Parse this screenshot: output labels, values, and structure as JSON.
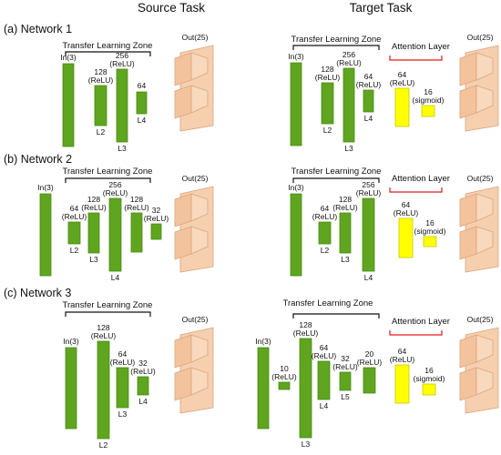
{
  "headers": {
    "source": "Source Task",
    "target": "Target Task"
  },
  "colors": {
    "green": "#5fa51f",
    "green_edge": "#4a8a14",
    "yellow": "#ffff00",
    "yellow_edge": "#c8c800",
    "peach": "#f6cfae",
    "peach_edge": "#d9a57e",
    "bracket": "#111111",
    "attention_bracket": "#e31a1c"
  },
  "common": {
    "out_label": "Out(25)",
    "zone_label": "Transfer Learning Zone",
    "attention_label": "Attention Layer",
    "input_label": "In(3)"
  },
  "networks": [
    {
      "title": "(a) Network 1",
      "source": {
        "layers": [
          {
            "units": "128",
            "act": "(ReLU)",
            "tag": "L2"
          },
          {
            "units": "256",
            "act": "(ReLU)",
            "tag": "L3"
          },
          {
            "units": "64",
            "act": "",
            "tag": "L4"
          }
        ]
      },
      "target": {
        "layers": [
          {
            "units": "128",
            "act": "(ReLU)",
            "tag": "L2"
          },
          {
            "units": "256",
            "act": "(ReLU)",
            "tag": "L3"
          },
          {
            "units": "64",
            "act": "(ReLU)",
            "tag": "L4"
          }
        ],
        "attention": [
          {
            "units": "64",
            "act": "(ReLU)"
          },
          {
            "units": "16",
            "act": "(sigmoid)"
          }
        ]
      }
    },
    {
      "title": "(b) Network 2",
      "source": {
        "layers": [
          {
            "units": "64",
            "act": "(ReLU)",
            "tag": "L2"
          },
          {
            "units": "128",
            "act": "(ReLU)",
            "tag": "L3"
          },
          {
            "units": "256",
            "act": "(ReLU)",
            "tag": "L4"
          },
          {
            "units": "128",
            "act": "(ReLU)",
            "tag": ""
          },
          {
            "units": "32",
            "act": "(ReLU)",
            "tag": ""
          }
        ]
      },
      "target": {
        "layers": [
          {
            "units": "64",
            "act": "(ReLU)",
            "tag": "L2"
          },
          {
            "units": "128",
            "act": "(ReLU)",
            "tag": "L3"
          },
          {
            "units": "256",
            "act": "(ReLU)",
            "tag": "L4"
          }
        ],
        "attention": [
          {
            "units": "64",
            "act": "(ReLU)"
          },
          {
            "units": "16",
            "act": "(sigmoid)"
          }
        ]
      }
    },
    {
      "title": "(c) Network 3",
      "source": {
        "layers": [
          {
            "units": "128",
            "act": "(ReLU)",
            "tag": "L2"
          },
          {
            "units": "64",
            "act": "(ReLU)",
            "tag": "L3"
          },
          {
            "units": "32",
            "act": "(ReLU)",
            "tag": "L4"
          }
        ]
      },
      "target": {
        "layers": [
          {
            "units": "10",
            "act": "(ReLU)",
            "tag": ""
          },
          {
            "units": "128",
            "act": "(ReLU)",
            "tag": "L3"
          },
          {
            "units": "64",
            "act": "(ReLU)",
            "tag": "L4"
          },
          {
            "units": "32",
            "act": "(ReLU)",
            "tag": "L5"
          },
          {
            "units": "20",
            "act": "(ReLU)",
            "tag": ""
          }
        ],
        "attention": [
          {
            "units": "64",
            "act": "(ReLU)"
          },
          {
            "units": "16",
            "act": "(sigmoid)"
          }
        ]
      }
    }
  ]
}
